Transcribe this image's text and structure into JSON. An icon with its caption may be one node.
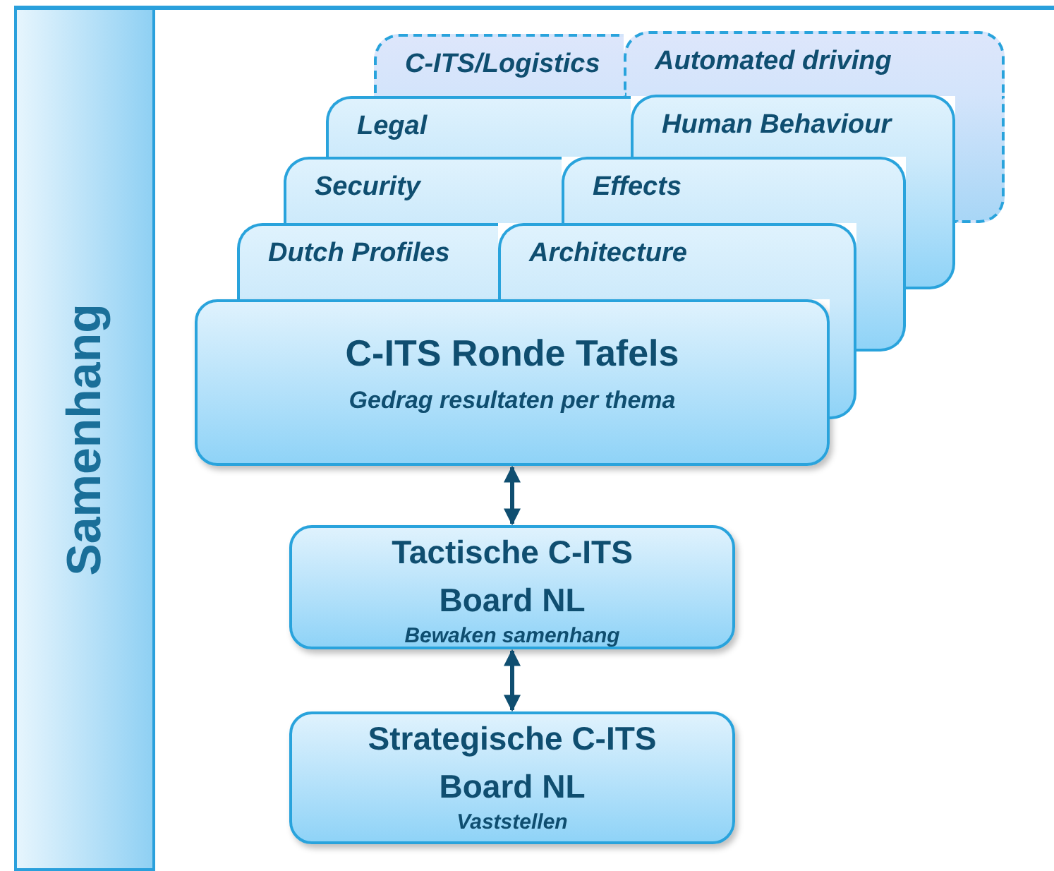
{
  "diagram": {
    "nodes": [
      {
        "text": [
          "Samenhang"
        ]
      },
      {
        "text": [
          "C-ITS/Logistics"
        ]
      },
      {
        "text": [
          "Automated driving"
        ]
      },
      {
        "text": [
          "Legal"
        ]
      },
      {
        "text": [
          "Human Behaviour"
        ]
      },
      {
        "text": [
          "Security"
        ]
      },
      {
        "text": [
          "Effects"
        ]
      },
      {
        "text": [
          "Dutch Profiles"
        ]
      },
      {
        "text": [
          "Architecture"
        ]
      },
      {
        "text": [
          "C-ITS Ronde Tafels",
          "Gedrag resultaten per thema"
        ]
      },
      {
        "text": [
          "Tactische C-ITS Board NL",
          "Bewaken samenhang"
        ]
      },
      {
        "text": [
          "Strategische C-ITS Board NL",
          "Vaststellen"
        ]
      },
      {
        "text": [],
        "shape": "box"
      },
      {
        "text": [],
        "shape": "box"
      },
      {
        "text": [],
        "shape": "box"
      },
      {
        "text": [],
        "shape": "box"
      }
    ],
    "edges": [
      {
        "from": 9,
        "to": 10,
        "arrow": "both"
      },
      {
        "from": 10,
        "to": 11,
        "arrow": "both"
      }
    ]
  }
}
